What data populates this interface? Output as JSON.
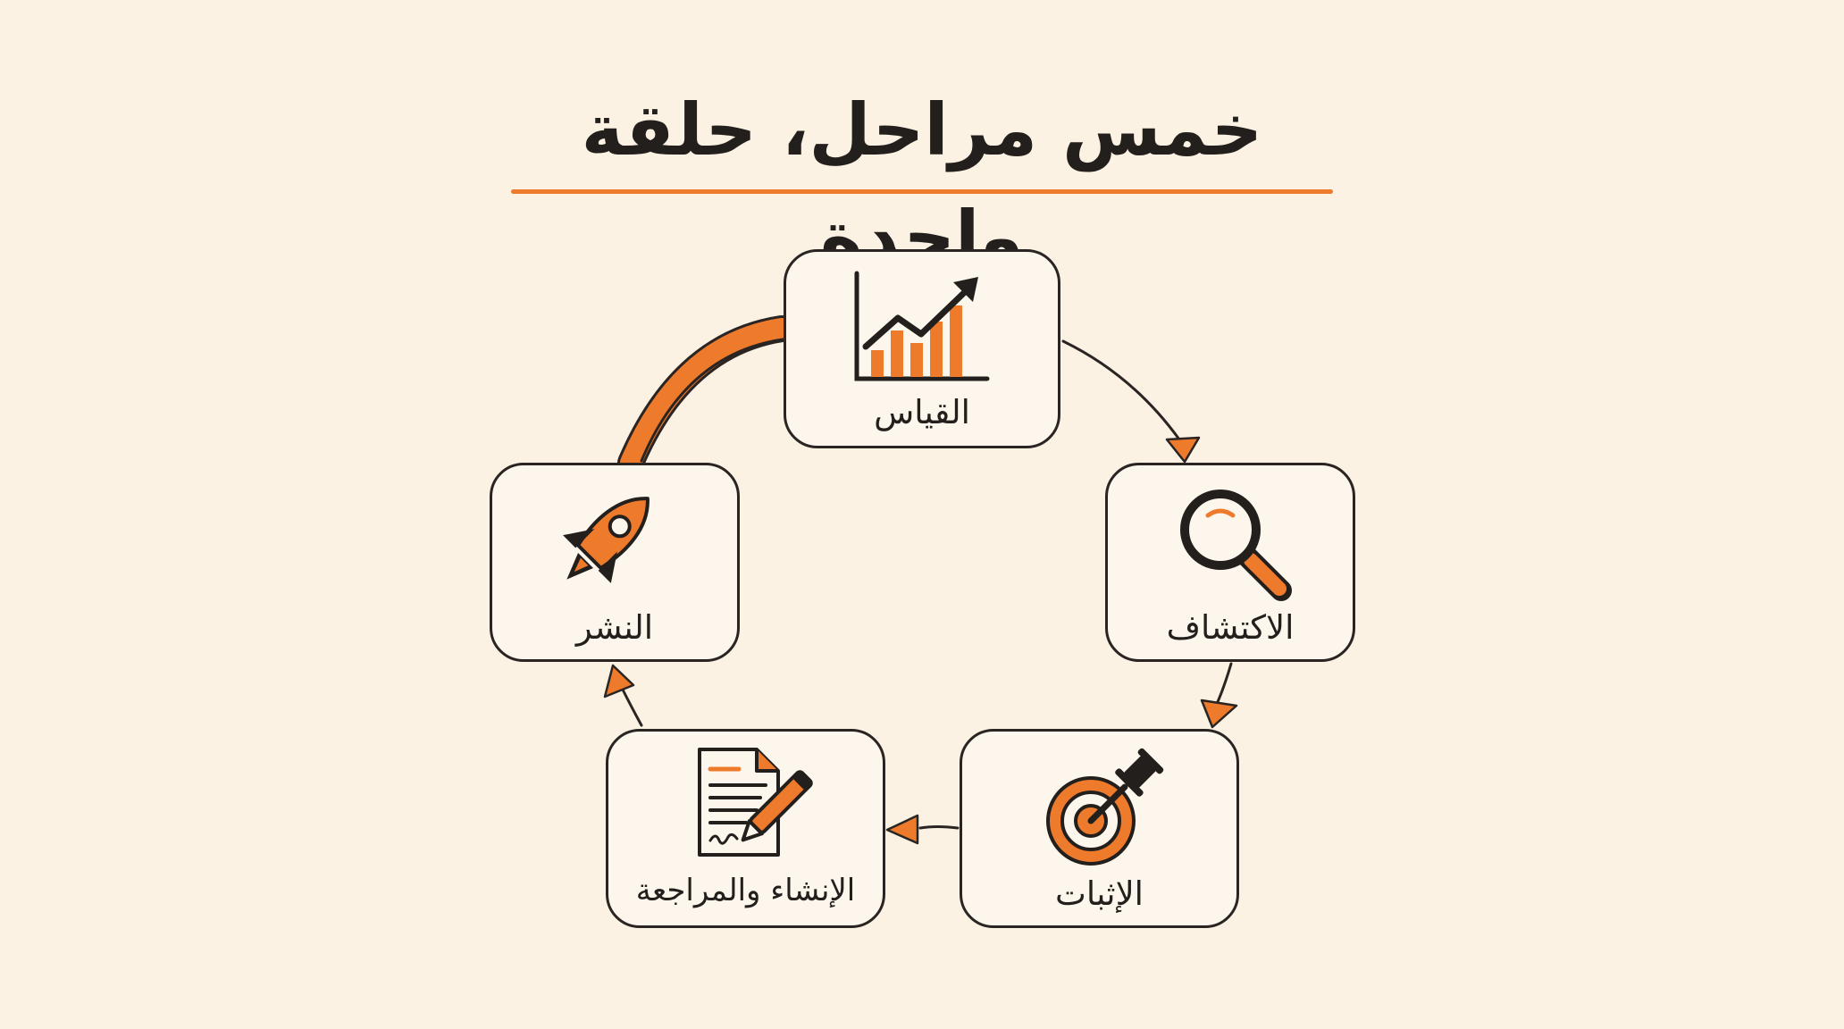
{
  "title": "خمس مراحل، حلقة واحدة",
  "colors": {
    "background": "#fbf2e4",
    "accent": "#ee7a2c",
    "ink": "#231f1c"
  },
  "stages": [
    {
      "label": "القياس",
      "icon": "chart-growth-icon"
    },
    {
      "label": "الاكتشاف",
      "icon": "magnifier-icon"
    },
    {
      "label": "الإثبات",
      "icon": "target-pin-icon"
    },
    {
      "label": "الإنشاء والمراجعة",
      "icon": "document-pen-icon"
    },
    {
      "label": "النشر",
      "icon": "rocket-icon"
    }
  ],
  "flow": [
    {
      "from": "القياس",
      "to": "الاكتشاف"
    },
    {
      "from": "الاكتشاف",
      "to": "الإثبات"
    },
    {
      "from": "الإثبات",
      "to": "الإنشاء والمراجعة"
    },
    {
      "from": "الإنشاء والمراجعة",
      "to": "النشر"
    },
    {
      "from": "النشر",
      "to": "القياس"
    }
  ]
}
